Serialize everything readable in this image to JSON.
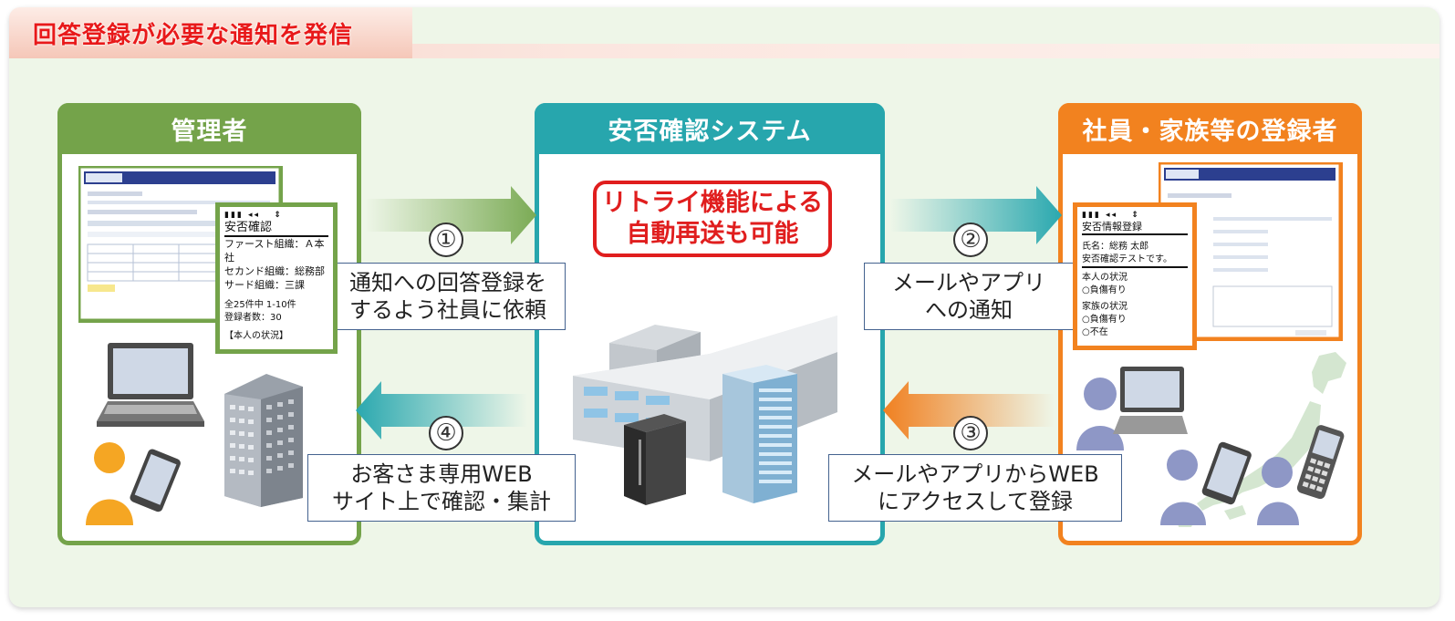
{
  "title": "回答登録が必要な通知を発信",
  "panels": {
    "admin": "管理者",
    "system": "安否確認システム",
    "registrant": "社員・家族等の登録者"
  },
  "callout": {
    "line1": "リトライ機能による",
    "line2": "自動再送も可能"
  },
  "steps": [
    {
      "num": "①",
      "line1": "通知への回答登録を",
      "line2": "するよう社員に依頼"
    },
    {
      "num": "②",
      "line1": "メールやアプリ",
      "line2": "への通知"
    },
    {
      "num": "③",
      "line1": "メールやアプリからWEB",
      "line2": "にアクセスして登録"
    },
    {
      "num": "④",
      "line1": "お客さま専用WEB",
      "line2": "サイト上で確認・集計"
    }
  ],
  "admin_phone": {
    "lines": [
      "安否確認",
      "ファースト組織：Ａ本社",
      "セカンド組織：総務部",
      "サード組織：三課",
      "全25件中 1-10件",
      "登録者数：30",
      "【本人の状況】"
    ]
  },
  "reg_phone": {
    "lines": [
      "安否情報登録",
      "氏名：総務 太郎",
      "安否確認テストです。",
      "本人の状況",
      "○負傷有り",
      "家族の状況",
      "○負傷有り",
      "○不在"
    ]
  },
  "colors": {
    "admin": "#74a34a",
    "system": "#27a6ad",
    "registrant": "#f2821f",
    "accent_red": "#e01e1e"
  }
}
